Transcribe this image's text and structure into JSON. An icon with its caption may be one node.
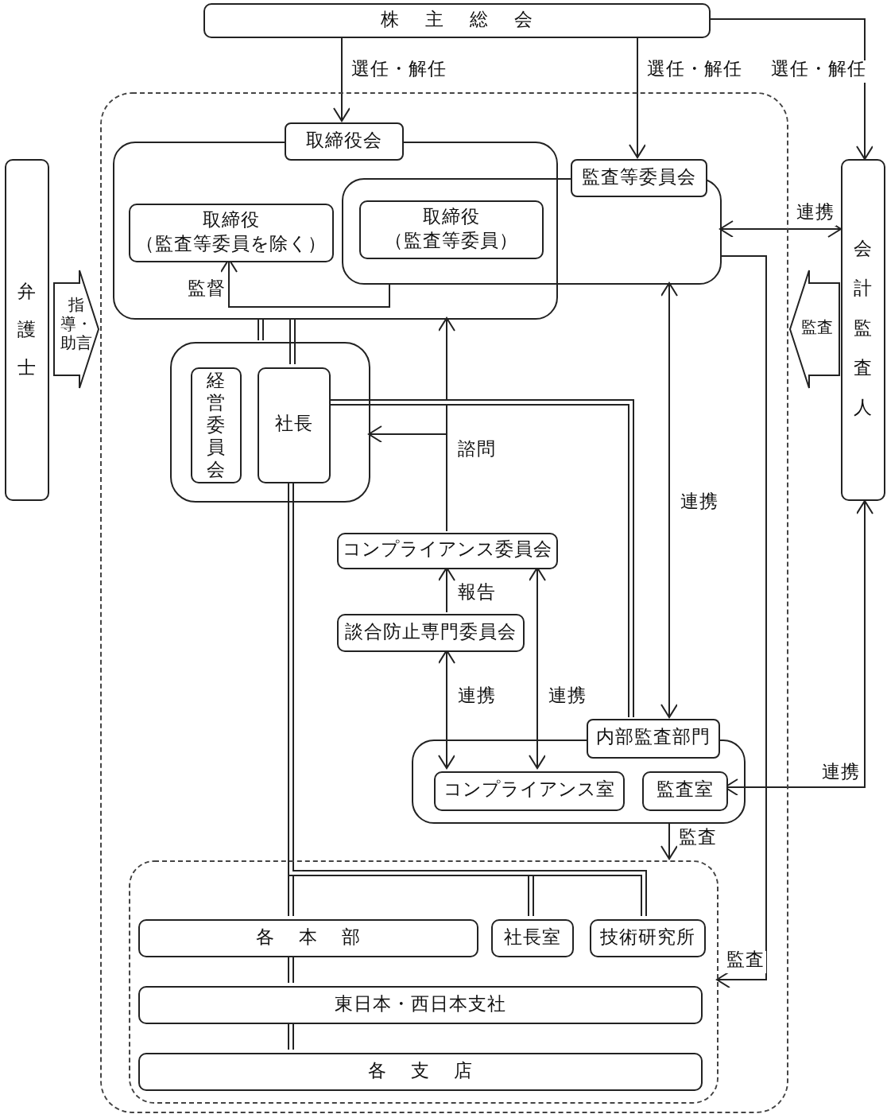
{
  "diagram": {
    "nodes": [
      {
        "text": [
          "株主総会"
        ]
      },
      {
        "text": [],
        "shape": "box"
      },
      {
        "text": [],
        "shape": "box",
        "in": 1
      },
      {
        "text": [
          "取締役会"
        ],
        "in": 1
      },
      {
        "text": [],
        "shape": "box",
        "in": 1
      },
      {
        "text": [
          "監査等委員会"
        ],
        "in": 1
      },
      {
        "text": [
          "取締役",
          "（監査等委員を除く）"
        ],
        "in": 2
      },
      {
        "text": [
          "取締役",
          "（監査等委員）"
        ]
      },
      {
        "text": [],
        "shape": "box",
        "in": 1
      },
      {
        "text": [
          "経営委員会"
        ],
        "in": 8
      },
      {
        "text": [
          "社長"
        ],
        "in": 8
      },
      {
        "text": [
          "コンプライアンス委員会"
        ],
        "in": 1
      },
      {
        "text": [
          "談合防止専門委員会"
        ],
        "in": 1
      },
      {
        "text": [],
        "shape": "box",
        "in": 1
      },
      {
        "text": [
          "内部監査部門"
        ],
        "in": 1
      },
      {
        "text": [
          "コンプライアンス室"
        ],
        "in": 13
      },
      {
        "text": [
          "監査室"
        ],
        "in": 13
      },
      {
        "text": [],
        "shape": "box",
        "in": 1
      },
      {
        "text": [
          "各本部"
        ],
        "in": 17
      },
      {
        "text": [
          "社長室"
        ],
        "in": 17
      },
      {
        "text": [
          "技術研究所"
        ],
        "in": 17
      },
      {
        "text": [
          "東日本・西日本支社"
        ],
        "in": 17
      },
      {
        "text": [
          "各支店"
        ],
        "in": 17
      },
      {
        "text": [
          "弁護士"
        ]
      },
      {
        "text": [
          "会計監査人"
        ]
      }
    ],
    "edges": [
      {
        "from": 0,
        "to": 3,
        "arrow": "to",
        "label": "選任・解任"
      },
      {
        "from": 0,
        "to": 5,
        "arrow": "to",
        "label": "選任・解任"
      },
      {
        "from": 0,
        "to": 24,
        "arrow": "to",
        "label": "選任・解任"
      },
      {
        "from": 4,
        "to": 24,
        "arrow": "both",
        "label": "連携"
      },
      {
        "from": 4,
        "to": 6,
        "arrow": "to",
        "label": "監督"
      },
      {
        "from": 2,
        "to": 8,
        "arrow": "none",
        "style": "thick"
      },
      {
        "from": 2,
        "to": 10,
        "arrow": "none",
        "style": "thick"
      },
      {
        "from": 11,
        "to": 2,
        "arrow": "to"
      },
      {
        "from": 11,
        "to": 8,
        "arrow": "to",
        "label": "諮問"
      },
      {
        "from": 12,
        "to": 11,
        "arrow": "to",
        "label": "報告"
      },
      {
        "from": 12,
        "to": 15,
        "arrow": "both",
        "label": "連携"
      },
      {
        "from": 11,
        "to": 15,
        "arrow": "both",
        "label": "連携"
      },
      {
        "from": 4,
        "to": 14,
        "arrow": "both",
        "label": "連携"
      },
      {
        "from": 24,
        "to": 16,
        "arrow": "both",
        "label": "連携"
      },
      {
        "from": 10,
        "to": 14,
        "arrow": "none",
        "style": "thick"
      },
      {
        "from": 13,
        "to": 17,
        "arrow": "to",
        "label": "監査"
      },
      {
        "from": 4,
        "to": 17,
        "arrow": "to",
        "label": "監査"
      },
      {
        "from": 10,
        "to": 18,
        "arrow": "none",
        "style": "thick"
      },
      {
        "from": 10,
        "to": 19,
        "arrow": "none",
        "style": "thick"
      },
      {
        "from": 10,
        "to": 20,
        "arrow": "none",
        "style": "thick"
      },
      {
        "from": 18,
        "to": 21,
        "arrow": "none",
        "style": "thick"
      },
      {
        "from": 21,
        "to": 22,
        "arrow": "none",
        "style": "thick"
      },
      {
        "from": 23,
        "to": 1,
        "arrow": "to",
        "label": "指導・助言",
        "style": "thick"
      },
      {
        "from": 24,
        "to": 1,
        "arrow": "to",
        "label": "監査",
        "style": "thick"
      }
    ]
  }
}
